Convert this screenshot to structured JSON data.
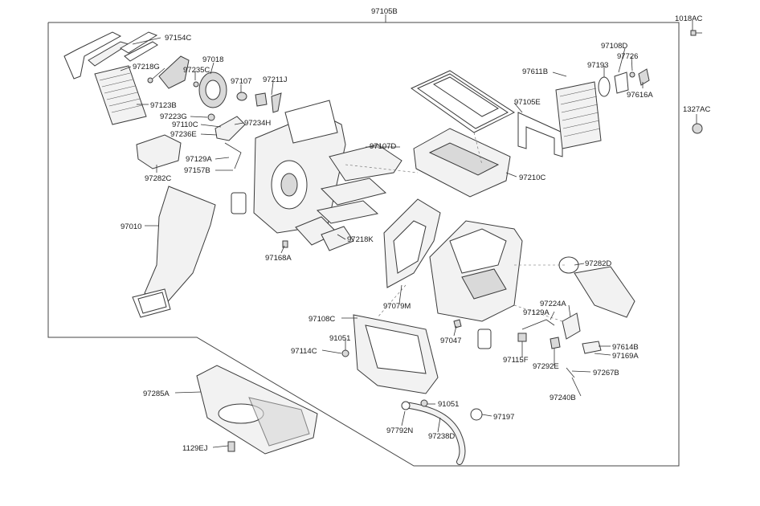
{
  "diagram": {
    "title_label": "97105B",
    "labels": [
      {
        "id": "97105B",
        "text": "97105B"
      },
      {
        "id": "1018AC",
        "text": "1018AC"
      },
      {
        "id": "97154C",
        "text": "97154C"
      },
      {
        "id": "97218G",
        "text": "97218G"
      },
      {
        "id": "97018",
        "text": "97018"
      },
      {
        "id": "97235C",
        "text": "97235C"
      },
      {
        "id": "97107a",
        "text": "97107"
      },
      {
        "id": "97211J",
        "text": "97211J"
      },
      {
        "id": "97123B",
        "text": "97123B"
      },
      {
        "id": "97223G",
        "text": "97223G"
      },
      {
        "id": "97110C",
        "text": "97110C"
      },
      {
        "id": "97234H",
        "text": "97234H"
      },
      {
        "id": "97236E",
        "text": "97236E"
      },
      {
        "id": "97107D",
        "text": "97107D"
      },
      {
        "id": "97129Aa",
        "text": "97129A"
      },
      {
        "id": "97157B",
        "text": "97157B"
      },
      {
        "id": "97282C",
        "text": "97282C"
      },
      {
        "id": "97010",
        "text": "97010"
      },
      {
        "id": "97168A",
        "text": "97168A"
      },
      {
        "id": "97218K",
        "text": "97218K"
      },
      {
        "id": "97108D",
        "text": "97108D"
      },
      {
        "id": "97193",
        "text": "97193"
      },
      {
        "id": "97726",
        "text": "97726"
      },
      {
        "id": "97611B",
        "text": "97611B"
      },
      {
        "id": "97616A",
        "text": "97616A"
      },
      {
        "id": "1327AC",
        "text": "1327AC"
      },
      {
        "id": "97105E",
        "text": "97105E"
      },
      {
        "id": "97210C",
        "text": "97210C"
      },
      {
        "id": "97282D",
        "text": "97282D"
      },
      {
        "id": "97224A",
        "text": "97224A"
      },
      {
        "id": "97129Ab",
        "text": "97129A"
      },
      {
        "id": "97079M",
        "text": "97079M"
      },
      {
        "id": "97108C",
        "text": "97108C"
      },
      {
        "id": "91051a",
        "text": "91051"
      },
      {
        "id": "97114C",
        "text": "97114C"
      },
      {
        "id": "97047",
        "text": "97047"
      },
      {
        "id": "97115F",
        "text": "97115F"
      },
      {
        "id": "97292E",
        "text": "97292E"
      },
      {
        "id": "97614B",
        "text": "97614B"
      },
      {
        "id": "97169A",
        "text": "97169A"
      },
      {
        "id": "97267B",
        "text": "97267B"
      },
      {
        "id": "97240B",
        "text": "97240B"
      },
      {
        "id": "97285A",
        "text": "97285A"
      },
      {
        "id": "91051b",
        "text": "91051"
      },
      {
        "id": "97197",
        "text": "97197"
      },
      {
        "id": "97792N",
        "text": "97792N"
      },
      {
        "id": "97238D",
        "text": "97238D"
      },
      {
        "id": "1129EJ",
        "text": "1129EJ"
      }
    ]
  }
}
